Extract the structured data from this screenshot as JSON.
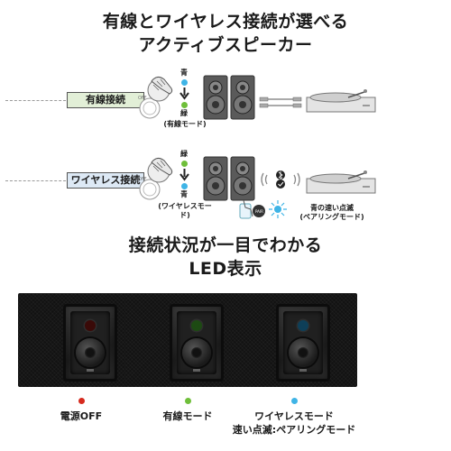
{
  "header": {
    "line1": "有線とワイヤレス接続が選べる",
    "line2": "アクティブスピーカー"
  },
  "wired_row": {
    "label": "有線接続",
    "color_top": "青",
    "color_bottom": "緑",
    "mode_caption": "(有線モード)"
  },
  "wireless_row": {
    "label": "ワイヤレス接続",
    "color_top": "緑",
    "color_bottom": "青",
    "mode_caption": "(ワイヤレスモード)",
    "pair_caption_1": "青の速い点滅",
    "pair_caption_2": "(ペアリングモード)"
  },
  "led_header": {
    "line1": "接続状況が一目でわかる",
    "line2": "LED表示"
  },
  "led_states": [
    {
      "caption": "電源OFF",
      "caption2": "",
      "color": "#d62a1e",
      "glow": "#3a0a08"
    },
    {
      "caption": "有線モード",
      "caption2": "",
      "color": "#6fbf3a",
      "glow": "#1d4a13"
    },
    {
      "caption": "ワイヤレスモード",
      "caption2": "速い点滅:ペアリングモード",
      "color": "#3fb4e6",
      "glow": "#0e3f58"
    }
  ],
  "icons": {
    "wired_arrow": "down-arrow-icon",
    "wireless_arrow": "down-arrow-icon",
    "bluetooth": "bluetooth-icon",
    "wave": "wireless-wave-icon",
    "hand": "hand-press-icon"
  }
}
